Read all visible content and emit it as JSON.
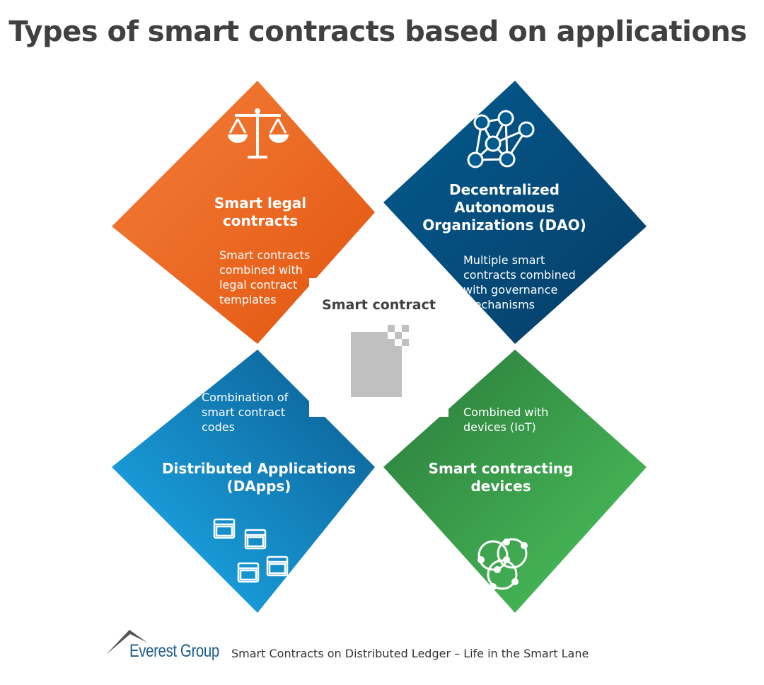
{
  "title": "Types of smart contracts based on applications",
  "center": {
    "label": "Smart contract",
    "icon": "document-pixel-icon"
  },
  "quadrants": [
    {
      "heading": "Smart legal contracts",
      "heading_lines": [
        "Smart legal",
        "contracts"
      ],
      "description_lines": [
        "Smart contracts",
        "combined with",
        "legal contract",
        "templates"
      ],
      "icon": "scales-icon",
      "colors": [
        "#f47f3a",
        "#e2550f"
      ]
    },
    {
      "heading": "Decentralized Autonomous Organizations (DAO)",
      "heading_lines": [
        "Decentralized",
        "Autonomous",
        "Organizations (DAO)"
      ],
      "description_lines": [
        "Multiple smart",
        "contracts combined",
        "with governance",
        "mechanisms"
      ],
      "icon": "network-nodes-icon",
      "colors": [
        "#035b90",
        "#073d66"
      ]
    },
    {
      "heading": "Distributed Applications (DApps)",
      "heading_lines": [
        "Distributed Applications",
        "(DApps)"
      ],
      "description_lines": [
        "Combination of",
        "smart contract",
        "codes"
      ],
      "icon": "app-windows-icon",
      "colors": [
        "#1cb0f0",
        "#0c5a8e"
      ]
    },
    {
      "heading": "Smart contracting devices",
      "heading_lines": [
        "Smart contracting",
        "devices"
      ],
      "description_lines": [
        "Combined with",
        "devices (IoT)"
      ],
      "icon": "connected-devices-icon",
      "colors": [
        "#2a7a3a",
        "#4cc35e"
      ]
    }
  ],
  "footer": {
    "brand": "Everest Group",
    "text": "Smart Contracts on Distributed Ledger – Life in the Smart Lane",
    "brand_color": "#1c5d8c"
  }
}
